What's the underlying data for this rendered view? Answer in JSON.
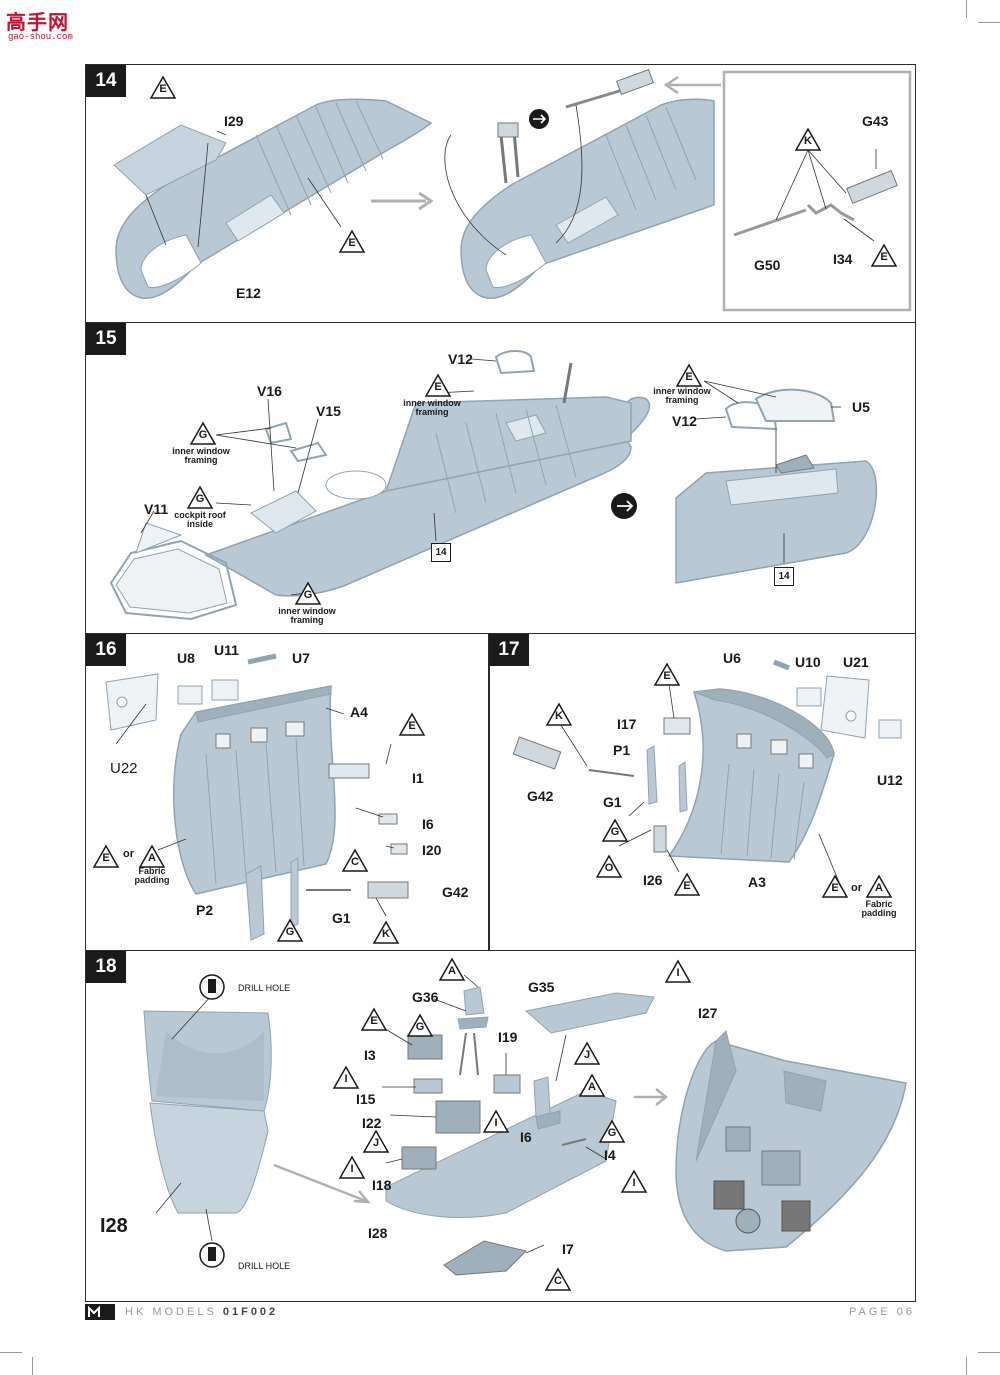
{
  "watermark": {
    "main": "高手网",
    "sub": "gao-shou.com"
  },
  "steps": [
    {
      "number": "14",
      "parts": [
        "I29",
        "E12",
        "G43",
        "G50",
        "I34"
      ],
      "markers": [
        "E",
        "E",
        "K",
        "E"
      ]
    },
    {
      "number": "15",
      "parts": [
        "V12",
        "V16",
        "V15",
        "V11",
        "V12",
        "U5"
      ],
      "markers": [
        "E",
        "G",
        "G",
        "G",
        "E"
      ],
      "notes": [
        "inner window framing",
        "inner window framing",
        "cockpit roof inside",
        "inner window framing",
        "inner window framing"
      ],
      "refs": [
        "14",
        "14"
      ]
    },
    {
      "number": "16",
      "parts": [
        "U8",
        "U11",
        "U7",
        "A4",
        "U22",
        "I1",
        "I6",
        "I20",
        "G42",
        "P2",
        "G1"
      ],
      "markers": [
        "E",
        "C",
        "E",
        "A",
        "G",
        "K"
      ],
      "or_label": "or",
      "notes": [
        "Fabric padding"
      ]
    },
    {
      "number": "17",
      "parts": [
        "U6",
        "U10",
        "U21",
        "I17",
        "P1",
        "G42",
        "G1",
        "U12",
        "I26",
        "A3"
      ],
      "markers": [
        "E",
        "K",
        "G",
        "O",
        "E",
        "E",
        "A"
      ],
      "or_label": "or",
      "notes": [
        "Fabric padding"
      ]
    },
    {
      "number": "18",
      "parts": [
        "G35",
        "G36",
        "I3",
        "I19",
        "I27",
        "I15",
        "I22",
        "I6",
        "I4",
        "I18",
        "I28",
        "I7",
        "I28"
      ],
      "markers": [
        "A",
        "E",
        "G",
        "I",
        "J",
        "A",
        "I",
        "I",
        "J",
        "G",
        "I",
        "I",
        "C"
      ],
      "drill": [
        "DRILL HOLE",
        "DRILL HOLE"
      ]
    }
  ],
  "footer": {
    "brand": "HK MODELS",
    "code": "01F002",
    "page": "PAGE 06"
  },
  "colors": {
    "part": "#b8c8d4",
    "part_dark": "#8fa3b1",
    "line": "#333333",
    "panel_border": "#2b2b2b",
    "arrow": "#b0b0b0"
  }
}
